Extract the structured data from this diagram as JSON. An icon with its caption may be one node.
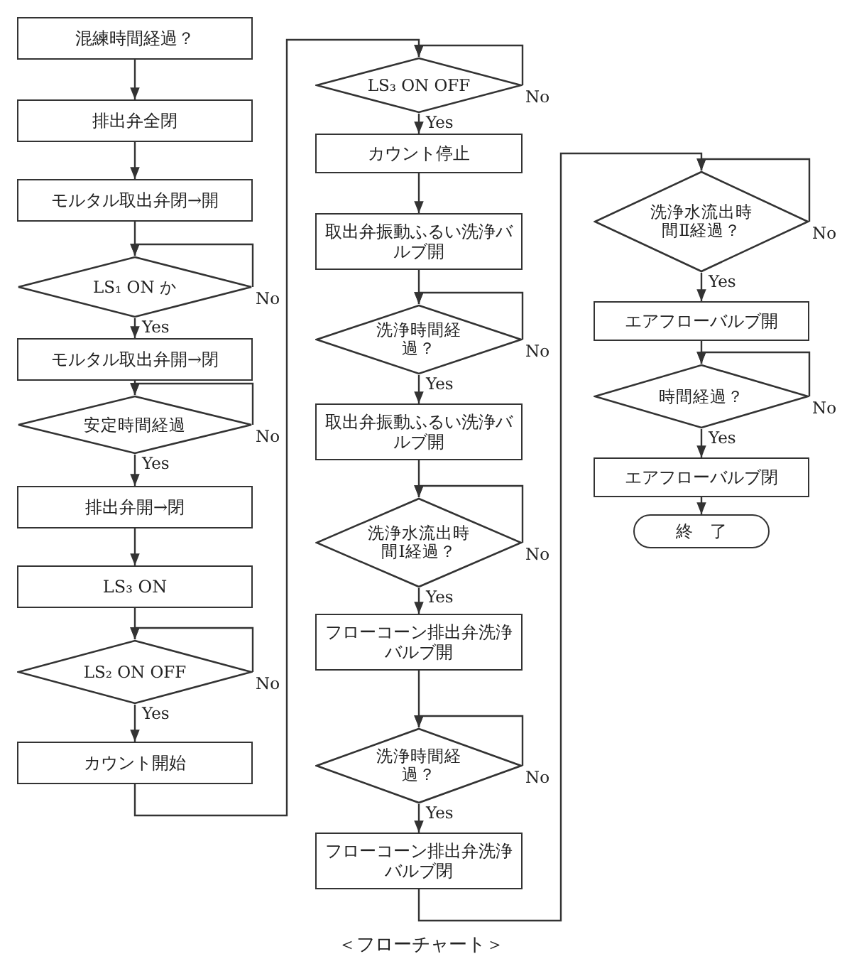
{
  "diagram": {
    "caption": "＜フローチャート＞",
    "nodes": [
      {
        "text": [
          "混練時間経過？"
        ]
      },
      {
        "text": [
          "排出弁全閉"
        ]
      },
      {
        "text": [
          "モルタル取出弁閉→開"
        ]
      },
      {
        "text": [
          "LS₁ ON か"
        ]
      },
      {
        "text": [
          "モルタル取出弁開→閉"
        ]
      },
      {
        "text": [
          "安定時間経過"
        ]
      },
      {
        "text": [
          "排出弁開→閉"
        ]
      },
      {
        "text": [
          "LS₃ ON"
        ]
      },
      {
        "text": [
          "LS₂ ON OFF"
        ]
      },
      {
        "text": [
          "カウント開始"
        ]
      },
      {
        "text": [
          "LS₃ ON OFF"
        ]
      },
      {
        "text": [
          "カウント停止"
        ]
      },
      {
        "text": [
          "取出弁振動ふるい洗浄バルブ開"
        ]
      },
      {
        "text": [
          "洗浄時間経過？"
        ]
      },
      {
        "text": [
          "取出弁振動ふるい洗浄バルブ開"
        ]
      },
      {
        "text": [
          "洗浄水流出時間Ⅰ経過？"
        ]
      },
      {
        "text": [
          "フローコーン排出弁洗浄バルブ開"
        ]
      },
      {
        "text": [
          "洗浄時間経過？"
        ]
      },
      {
        "text": [
          "フローコーン排出弁洗浄バルブ閉"
        ]
      },
      {
        "text": [
          "洗浄水流出時間Ⅱ経過？"
        ]
      },
      {
        "text": [
          "エアフローバルブ開"
        ]
      },
      {
        "text": [
          "時間経過？"
        ]
      },
      {
        "text": [
          "エアフローバルブ閉"
        ]
      },
      {
        "text": [
          "終　了"
        ]
      }
    ],
    "edges": [
      {
        "from": 0,
        "to": 1,
        "arrow": "to"
      },
      {
        "from": 1,
        "to": 2,
        "arrow": "to"
      },
      {
        "from": 2,
        "to": 3,
        "arrow": "to"
      },
      {
        "from": 3,
        "to": 3,
        "label": "No",
        "arrow": "to"
      },
      {
        "from": 3,
        "to": 4,
        "label": "Yes",
        "arrow": "to"
      },
      {
        "from": 4,
        "to": 5,
        "arrow": "to"
      },
      {
        "from": 5,
        "to": 5,
        "label": "No",
        "arrow": "to"
      },
      {
        "from": 5,
        "to": 6,
        "label": "Yes",
        "arrow": "to"
      },
      {
        "from": 6,
        "to": 7,
        "arrow": "to"
      },
      {
        "from": 7,
        "to": 8,
        "arrow": "to"
      },
      {
        "from": 8,
        "to": 8,
        "label": "No",
        "arrow": "to"
      },
      {
        "from": 8,
        "to": 9,
        "label": "Yes",
        "arrow": "to"
      },
      {
        "from": 9,
        "to": 10,
        "arrow": "to"
      },
      {
        "from": 10,
        "to": 10,
        "label": "No",
        "arrow": "to"
      },
      {
        "from": 10,
        "to": 11,
        "label": "Yes",
        "arrow": "to"
      },
      {
        "from": 11,
        "to": 12,
        "arrow": "to"
      },
      {
        "from": 12,
        "to": 13,
        "arrow": "to"
      },
      {
        "from": 13,
        "to": 13,
        "label": "No",
        "arrow": "to"
      },
      {
        "from": 13,
        "to": 14,
        "label": "Yes",
        "arrow": "to"
      },
      {
        "from": 14,
        "to": 15,
        "arrow": "to"
      },
      {
        "from": 15,
        "to": 15,
        "label": "No",
        "arrow": "to"
      },
      {
        "from": 15,
        "to": 16,
        "label": "Yes",
        "arrow": "to"
      },
      {
        "from": 16,
        "to": 17,
        "arrow": "to"
      },
      {
        "from": 17,
        "to": 17,
        "label": "No",
        "arrow": "to"
      },
      {
        "from": 17,
        "to": 18,
        "label": "Yes",
        "arrow": "to"
      },
      {
        "from": 18,
        "to": 19,
        "arrow": "to"
      },
      {
        "from": 19,
        "to": 19,
        "label": "No",
        "arrow": "to"
      },
      {
        "from": 19,
        "to": 20,
        "label": "Yes",
        "arrow": "to"
      },
      {
        "from": 20,
        "to": 21,
        "arrow": "to"
      },
      {
        "from": 21,
        "to": 21,
        "label": "No",
        "arrow": "to"
      },
      {
        "from": 21,
        "to": 22,
        "label": "Yes",
        "arrow": "to"
      },
      {
        "from": 22,
        "to": 23,
        "arrow": "to"
      }
    ]
  }
}
